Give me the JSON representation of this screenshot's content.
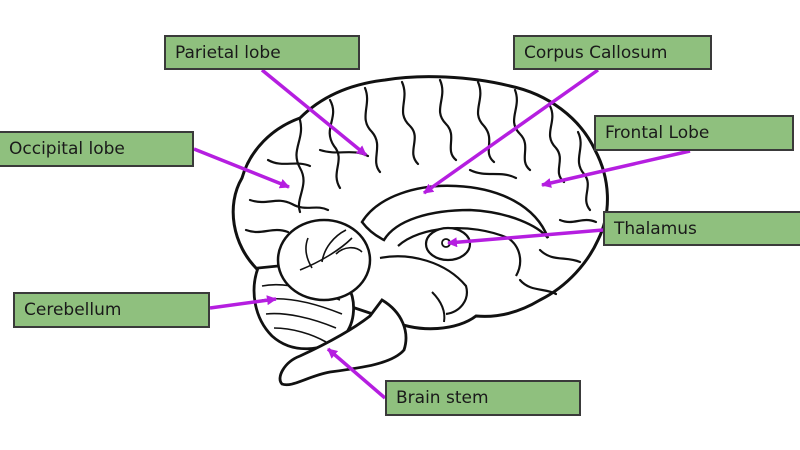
{
  "diagram": {
    "labels": {
      "parietal": "Parietal lobe",
      "corpus": "Corpus Callosum",
      "occipital": "Occipital lobe",
      "frontal": "Frontal Lobe",
      "thalamus": "Thalamus",
      "cerebellum": "Cerebellum",
      "brainstem": "Brain stem"
    },
    "colors": {
      "label_fill": "#8fc07e",
      "label_border": "#3a3a3a",
      "arrow": "#b51ee0",
      "outline": "#111111"
    }
  }
}
